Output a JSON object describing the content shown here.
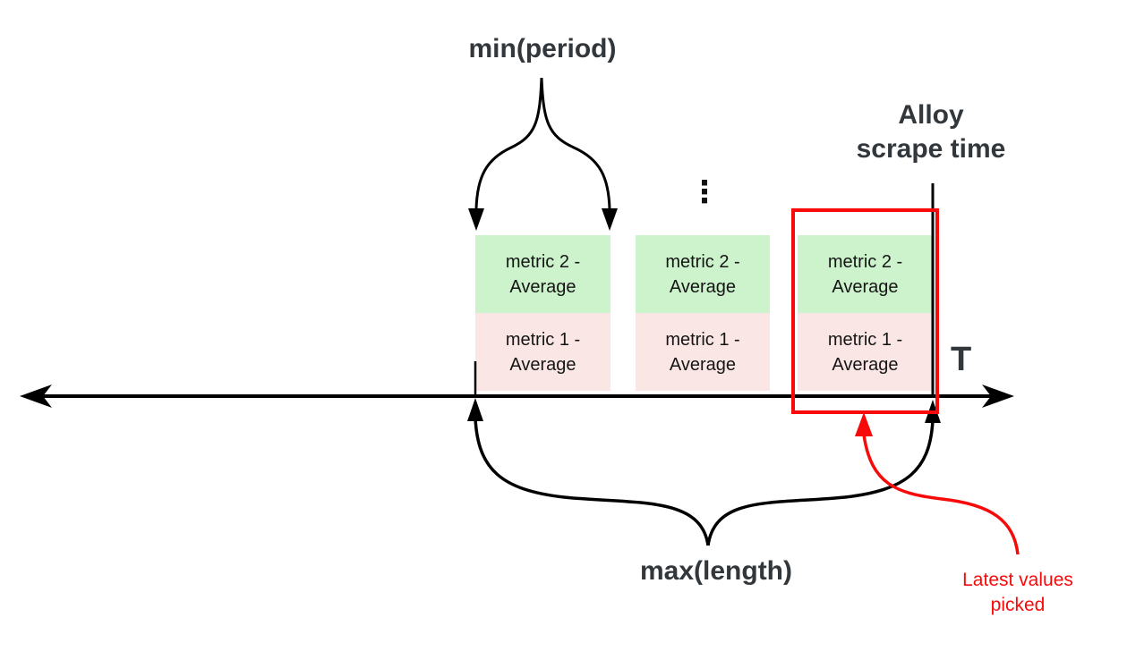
{
  "diagram": {
    "labels": {
      "min_period": "min(period)",
      "max_length": "max(length)",
      "alloy": {
        "line1": "Alloy",
        "line2": "scrape time"
      },
      "axis": "T",
      "latest": {
        "line1": "Latest values",
        "line2": "picked"
      },
      "ellipsis": "⋮"
    },
    "intervals": [
      {
        "metric2": {
          "line1": "metric 2 -",
          "line2": "Average"
        },
        "metric1": {
          "line1": "metric 1 -",
          "line2": "Average"
        }
      },
      {
        "metric2": {
          "line1": "metric 2 -",
          "line2": "Average"
        },
        "metric1": {
          "line1": "metric 1 -",
          "line2": "Average"
        }
      },
      {
        "metric2": {
          "line1": "metric 2 -",
          "line2": "Average"
        },
        "metric1": {
          "line1": "metric 1 -",
          "line2": "Average"
        }
      }
    ],
    "colors": {
      "metric2_fill": "#ccf3cc",
      "metric1_fill": "#fbe6e6",
      "accent_red": "#f70a0a",
      "line_ink": "#000000",
      "label_ink": "#32373c"
    }
  }
}
